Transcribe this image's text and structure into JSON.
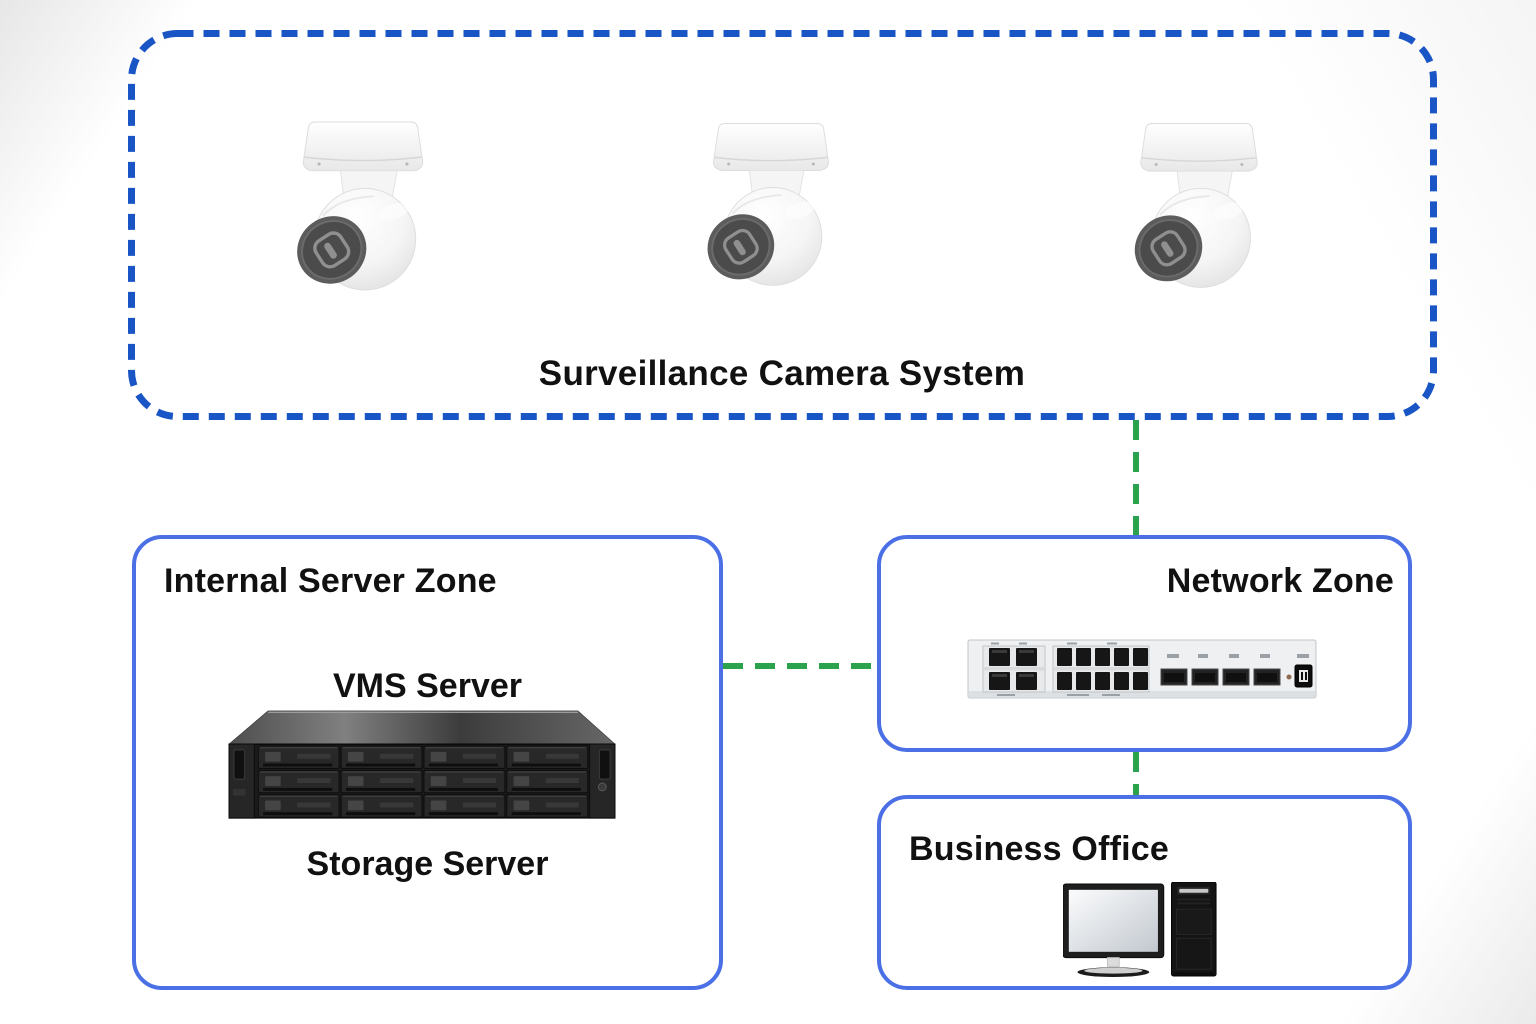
{
  "zones": {
    "camera": {
      "title": "Surveillance Camera System",
      "border_color": "#1a55c6",
      "border_style": "dashed",
      "cameras": [
        "camera-1",
        "camera-2",
        "camera-3"
      ]
    },
    "internal_server": {
      "title": "Internal Server Zone",
      "vms_label": "VMS Server",
      "storage_label": "Storage Server",
      "border_color": "#4b70e6"
    },
    "network": {
      "title": "Network Zone",
      "border_color": "#4b70e6"
    },
    "office": {
      "title": "Business Office",
      "border_color": "#4b70e6"
    }
  },
  "connections": [
    {
      "from": "camera",
      "to": "network",
      "style": "dashed",
      "color": "#2aa34c"
    },
    {
      "from": "internal_server",
      "to": "network",
      "style": "dashed",
      "color": "#2aa34c"
    },
    {
      "from": "network",
      "to": "office",
      "style": "dashed",
      "color": "#2aa34c"
    }
  ],
  "icons": {
    "camera": "dome-camera-icon",
    "server": "storage-server-icon",
    "switch": "network-switch-icon",
    "computer": "desktop-computer-icon"
  }
}
